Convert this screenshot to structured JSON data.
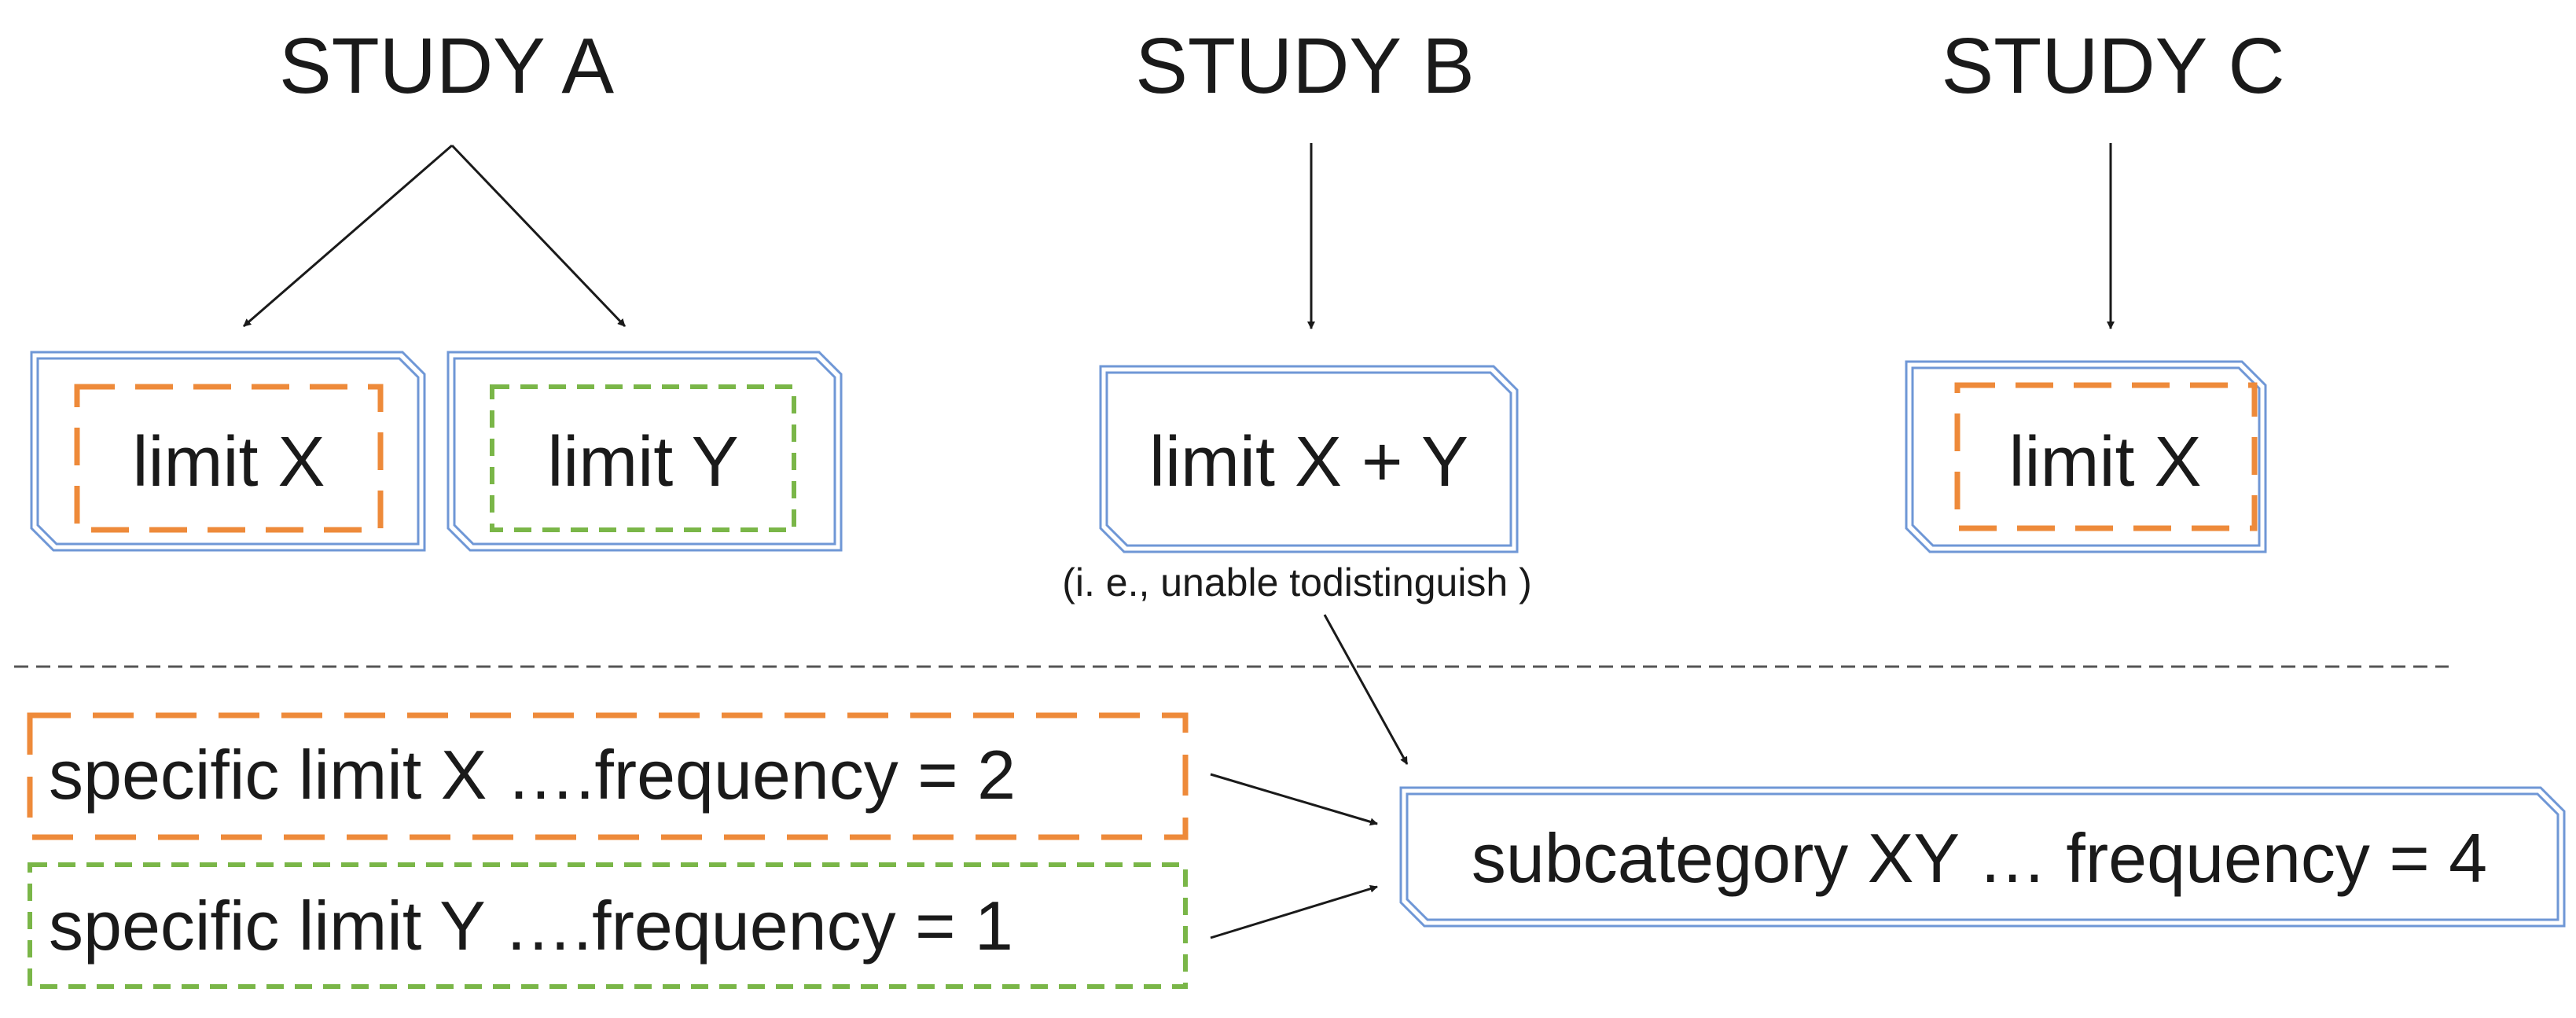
{
  "colors": {
    "frame_blue": "#6f97d6",
    "limit_x_orange": "#ee8a3a",
    "limit_y_green": "#7ab648",
    "arrow": "#1a1a1a",
    "divider": "#555555"
  },
  "studies": [
    {
      "title": "STUDY A",
      "boxes": [
        {
          "label": "limit X",
          "category": "X"
        },
        {
          "label": "limit Y",
          "category": "Y"
        }
      ]
    },
    {
      "title": "STUDY B",
      "boxes": [
        {
          "label": "limit X + Y",
          "category": "XY"
        }
      ],
      "note": "(i. e., unable todistinguish  )"
    },
    {
      "title": "STUDY C",
      "boxes": [
        {
          "label": "limit X",
          "category": "X"
        }
      ]
    }
  ],
  "summary": {
    "specific_x": "specific limit X ….frequency   = 2",
    "specific_y": "specific limit Y ….frequency   = 1",
    "subcategory": "subcategory XY … frequency = 4"
  }
}
